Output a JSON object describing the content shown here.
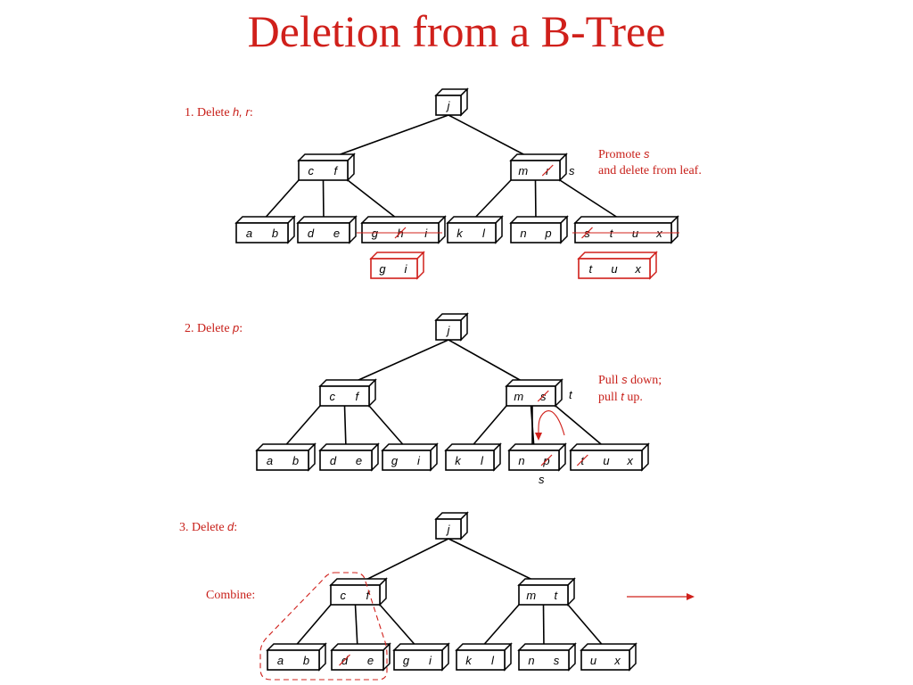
{
  "title": "Deletion from a B-Tree",
  "colors": {
    "accent": "#d0201b",
    "ink": "#000000"
  },
  "steps": [
    {
      "label_prefix": "1. Delete ",
      "label_keys": "h, r",
      "label_suffix": ":",
      "note_line1_prefix": "Promote ",
      "note_line1_key": "s",
      "note_line2": "and delete from leaf."
    },
    {
      "label_prefix": "2. Delete ",
      "label_keys": "p",
      "label_suffix": ":",
      "note_line1_prefix": "Pull ",
      "note_line1_key": "s",
      "note_line1_suffix": " down;",
      "note_line2_prefix": "pull ",
      "note_line2_key": "t",
      "note_line2_suffix": " up."
    },
    {
      "label_prefix": "3. Delete ",
      "label_keys": "d",
      "label_suffix": ":",
      "note": "Combine:"
    }
  ],
  "trees": [
    {
      "root": [
        "j"
      ],
      "internal": [
        [
          "c",
          "f"
        ],
        [
          "m",
          "r"
        ]
      ],
      "leaves": [
        [
          "a",
          "b"
        ],
        [
          "d",
          "e"
        ],
        [
          "g",
          "h",
          "i"
        ],
        [
          "k",
          "l"
        ],
        [
          "n",
          "p"
        ],
        [
          "s",
          "t",
          "u",
          "x"
        ]
      ],
      "struck": [
        "r",
        "h",
        "s"
      ],
      "side_label": "s",
      "replacement_leaves": [
        [
          "g",
          "i"
        ],
        [
          "t",
          "u",
          "x"
        ]
      ]
    },
    {
      "root": [
        "j"
      ],
      "internal": [
        [
          "c",
          "f"
        ],
        [
          "m",
          "s"
        ]
      ],
      "leaves": [
        [
          "a",
          "b"
        ],
        [
          "d",
          "e"
        ],
        [
          "g",
          "i"
        ],
        [
          "k",
          "l"
        ],
        [
          "n",
          "p"
        ],
        [
          "t",
          "u",
          "x"
        ]
      ],
      "struck": [
        "s",
        "p",
        "t"
      ],
      "side_label": "t",
      "below_label": "s"
    },
    {
      "root": [
        "j"
      ],
      "internal": [
        [
          "c",
          "f"
        ],
        [
          "m",
          "t"
        ]
      ],
      "leaves": [
        [
          "a",
          "b"
        ],
        [
          "d",
          "e"
        ],
        [
          "g",
          "i"
        ],
        [
          "k",
          "l"
        ],
        [
          "n",
          "s"
        ],
        [
          "u",
          "x"
        ]
      ],
      "struck": [
        "d"
      ]
    }
  ]
}
